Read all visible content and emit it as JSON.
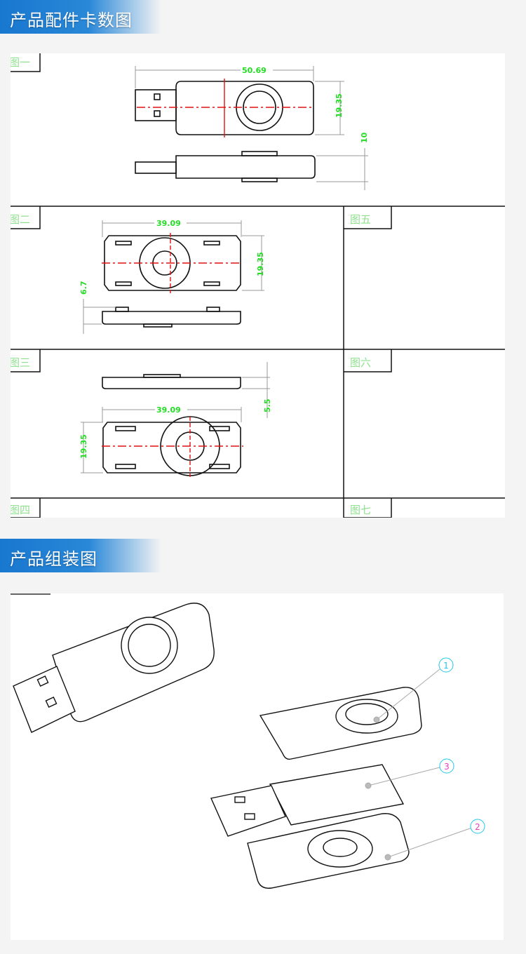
{
  "sections": [
    {
      "title": "产品配件卡数图"
    },
    {
      "title": "产品组装图"
    }
  ],
  "drawing_sheet": {
    "figure_labels": [
      "图一",
      "图二",
      "图三",
      "图四",
      "图五",
      "图六",
      "图七"
    ],
    "fig1_dims": {
      "length": "50.69",
      "width": "19.35",
      "height": "10"
    },
    "fig2_dims": {
      "length": "39.09",
      "width": "19.35",
      "height": "6.7"
    },
    "fig3_dims": {
      "length": "39.09",
      "width": "19.35",
      "height": "5.5"
    }
  },
  "assembly": {
    "callouts": [
      "1",
      "3",
      "2"
    ],
    "colors": {
      "callout_1_3": "#22c8e8",
      "callout_2": "#e040c0",
      "dimension": "#22dd22",
      "centerline": "#e01010",
      "header": "#1877cf"
    }
  }
}
